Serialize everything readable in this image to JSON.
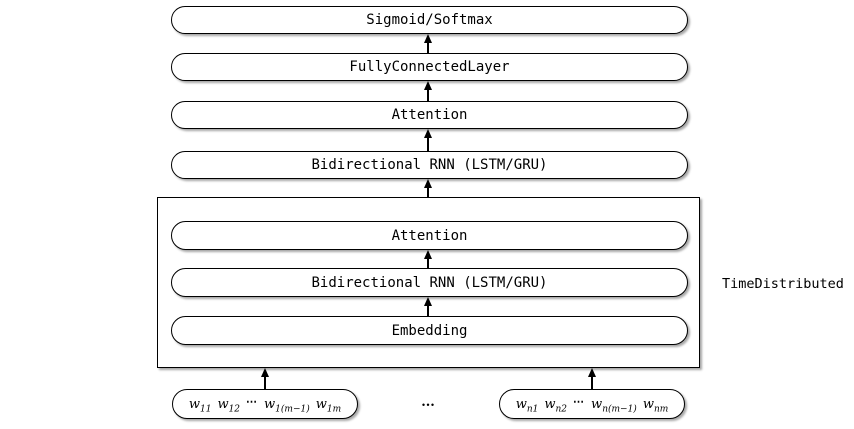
{
  "diagram": {
    "layers": {
      "sigmoid": "Sigmoid/Softmax",
      "fully_connected": "FullyConnectedLayer",
      "attention_outer": "Attention",
      "birnn_outer": "Bidirectional RNN (LSTM/GRU)",
      "attention_inner": "Attention",
      "birnn_inner": "Bidirectional RNN (LSTM/GRU)",
      "embedding": "Embedding"
    },
    "time_distributed_label": "TimeDistributed",
    "inputs": {
      "separator": "...",
      "left_tokens": [
        {
          "b": "w",
          "s": "11"
        },
        {
          "b": "w",
          "s": "12"
        },
        {
          "d": "⋯"
        },
        {
          "b": "w",
          "s": "1(m−1)"
        },
        {
          "b": "w",
          "s": "1m"
        }
      ],
      "right_tokens": [
        {
          "b": "w",
          "s": "n1"
        },
        {
          "b": "w",
          "s": "n2"
        },
        {
          "d": "⋯"
        },
        {
          "b": "w",
          "s": "n(m−1)"
        },
        {
          "b": "w",
          "s": "nm"
        }
      ]
    },
    "colors": {
      "line": "#000000",
      "background": "#ffffff"
    }
  }
}
